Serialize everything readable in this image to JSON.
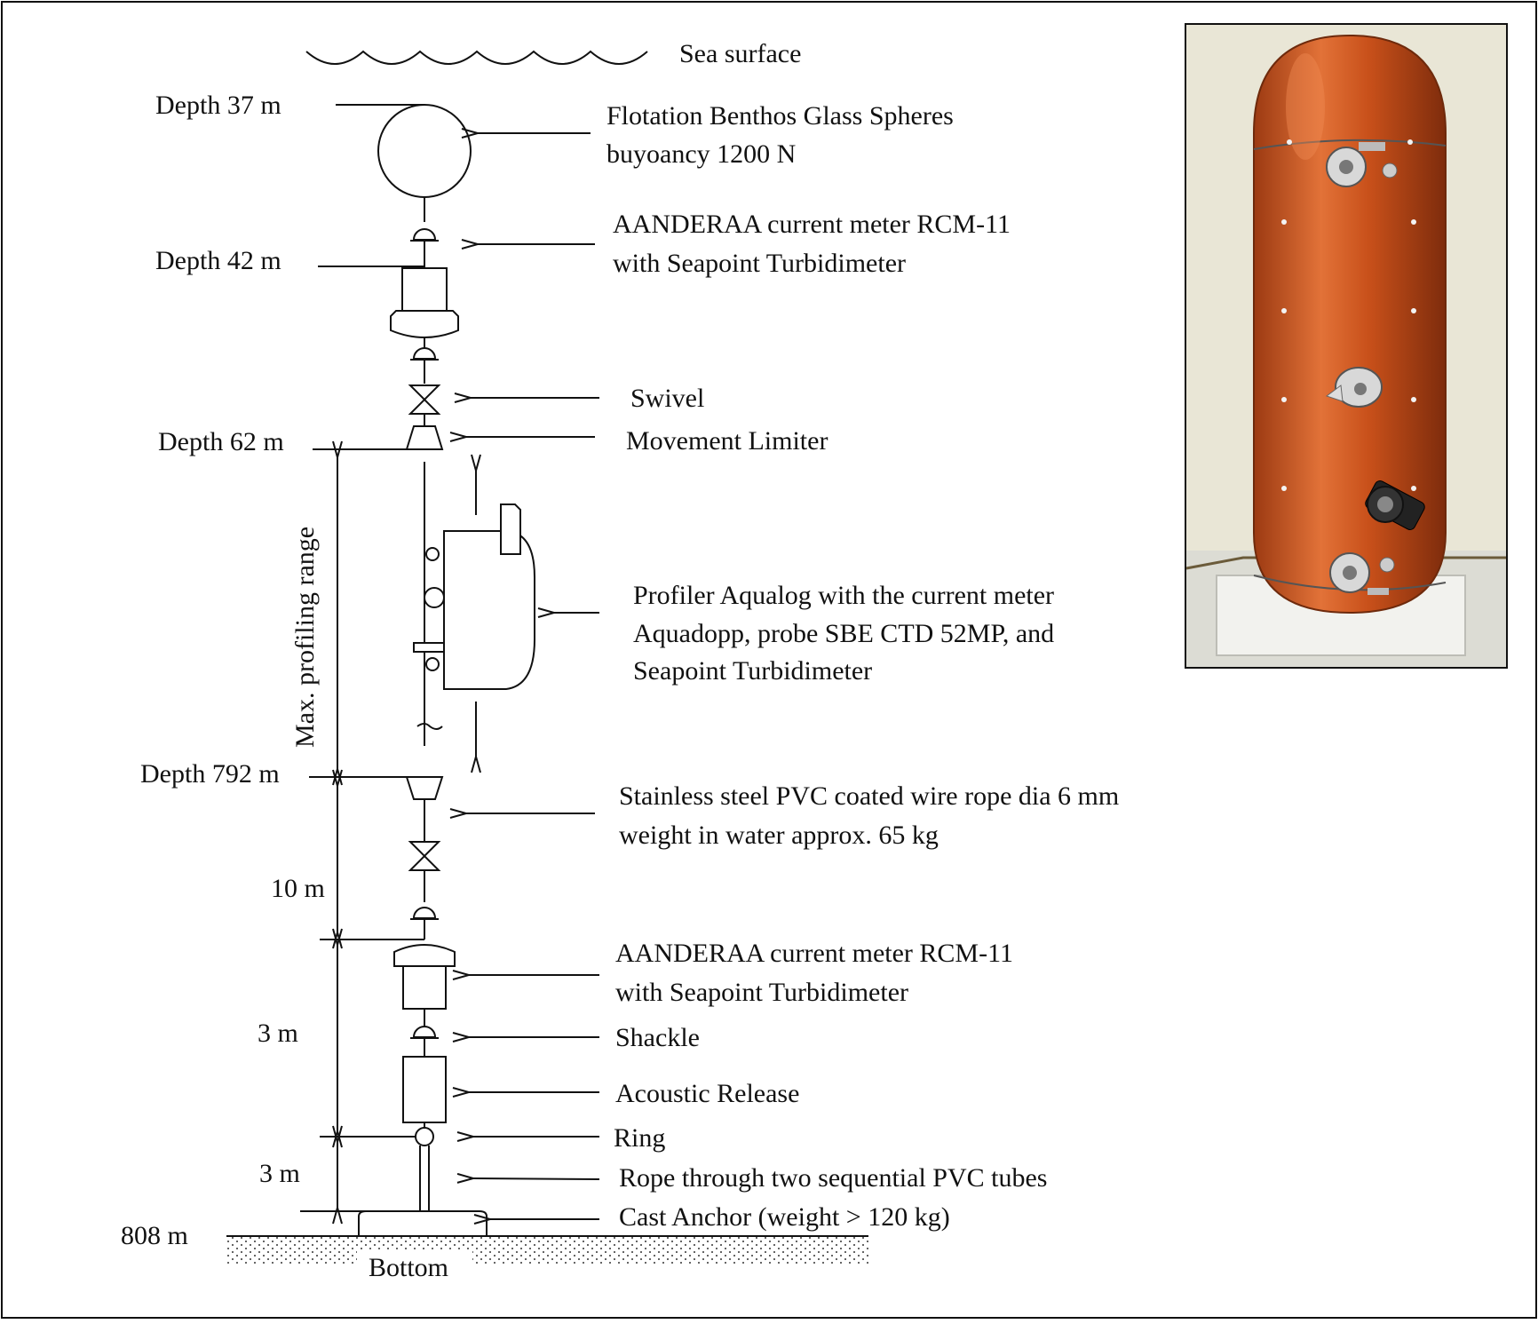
{
  "labels": {
    "sea_surface": "Sea surface",
    "depth_37": "Depth 37 m",
    "depth_42": "Depth 42 m",
    "depth_62": "Depth 62 m",
    "depth_792": "Depth 792 m",
    "depth_808": "808 m",
    "bottom": "Bottom",
    "profiling_range": "Max. profiling range",
    "dim_10m": "10 m",
    "dim_3m_upper": "3 m",
    "dim_3m_lower": "3 m"
  },
  "components": {
    "flotation_line1": "Flotation  Benthos  Glass  Spheres",
    "flotation_line2": "buyoancy  1200 N",
    "meter_top_line1": "AANDERAA  current  meter  RCM-11",
    "meter_top_line2": "with  Seapoint  Turbidimeter",
    "swivel": "Swivel",
    "limiter": "Movement  Limiter",
    "profiler_line1": "Profiler  Aqualog  with  the current  meter",
    "profiler_line2": "Aquadopp, probe SBE CTD 52MP, and",
    "profiler_line3": "Seapoint  Turbidimeter",
    "rope_line1": "Stainless  steel PVC coated wire  rope dia 6 mm",
    "rope_line2": "weight  in water approx. 65 kg",
    "meter_bottom_line1": "AANDERAA  current  meter  RCM-11",
    "meter_bottom_line2": "with  Seapoint  Turbidimeter",
    "shackle": "Shackle",
    "release": "Acoustic  Release",
    "ring": "Ring",
    "tubes": "Rope through  two sequential   PVC tubes",
    "anchor": "Cast Anchor   (weight  > 120 kg)"
  },
  "colors": {
    "line": "#111111",
    "profiler_body": "#c8501a",
    "profiler_highlight": "#e8804a",
    "wall": "#e9e6d6",
    "floor": "#dcdcd4"
  }
}
